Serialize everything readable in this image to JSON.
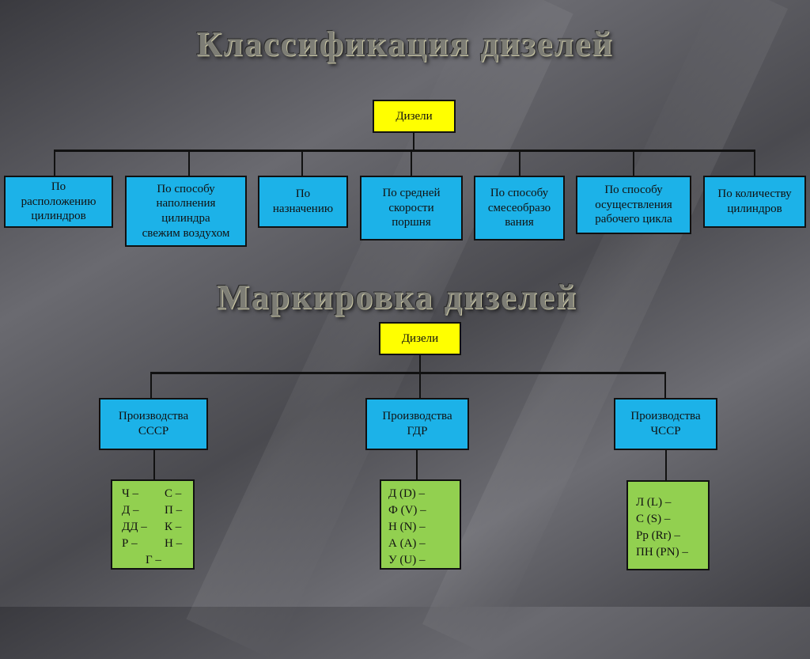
{
  "classification": {
    "title": "Классификация дизелей",
    "root": "Дизели",
    "categories": [
      {
        "lines": [
          "По",
          "расположению",
          "цилиндров"
        ]
      },
      {
        "lines": [
          "По способу",
          "наполнения",
          "цилиндра",
          "свежим воздухом"
        ]
      },
      {
        "lines": [
          "По",
          "назначению"
        ]
      },
      {
        "lines": [
          "По средней",
          "скорости",
          "поршня"
        ]
      },
      {
        "lines": [
          "По способу",
          "смесеобразо",
          "вания"
        ]
      },
      {
        "lines": [
          "По способу",
          "осуществления",
          "рабочего цикла"
        ]
      },
      {
        "lines": [
          "По количеству",
          "цилиндров"
        ]
      }
    ]
  },
  "marking": {
    "title": "Маркировка дизелей",
    "root": "Дизели",
    "groups": [
      {
        "label": [
          "Производства",
          "СССР"
        ],
        "codes": [
          "Ч –",
          "С –",
          "Д –",
          "П –",
          "ДД –",
          "К –",
          "Р –",
          "Н –",
          "Г –"
        ]
      },
      {
        "label": [
          "Производства",
          "ГДР"
        ],
        "codes": [
          "Д (D) –",
          "Ф (V) –",
          "Н (N) –",
          "А (A) –",
          "У (U) –"
        ]
      },
      {
        "label": [
          "Производства",
          "ЧССР"
        ],
        "codes": [
          "Л (L) –",
          "С (S) –",
          "Рр (Rr) –",
          "ПН (PN) –"
        ]
      }
    ]
  }
}
